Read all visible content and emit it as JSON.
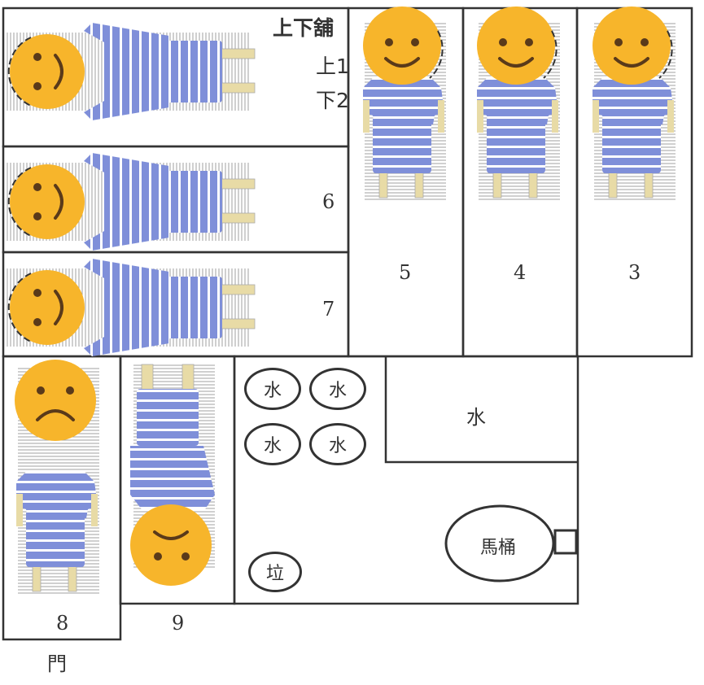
{
  "labels": {
    "bunk_title": "上下舖",
    "bunk_upper": "上1",
    "bunk_lower": "下2",
    "pos3": "3",
    "pos4": "4",
    "pos5": "5",
    "pos6": "6",
    "pos7": "7",
    "pos8": "8",
    "pos9": "9",
    "door": "門",
    "water_area": "水",
    "toilet": "馬桶",
    "trash": "垃"
  },
  "water_buckets": [
    "水",
    "水",
    "水",
    "水"
  ],
  "colors": {
    "face": "#F7B52B",
    "shirt": "#7F8FD9",
    "stripe": "#ffffff",
    "skin": "#E8DBA6",
    "line": "#333333"
  },
  "icons": {
    "smile": "smiley-face-icon",
    "sad": "sad-face-icon"
  }
}
